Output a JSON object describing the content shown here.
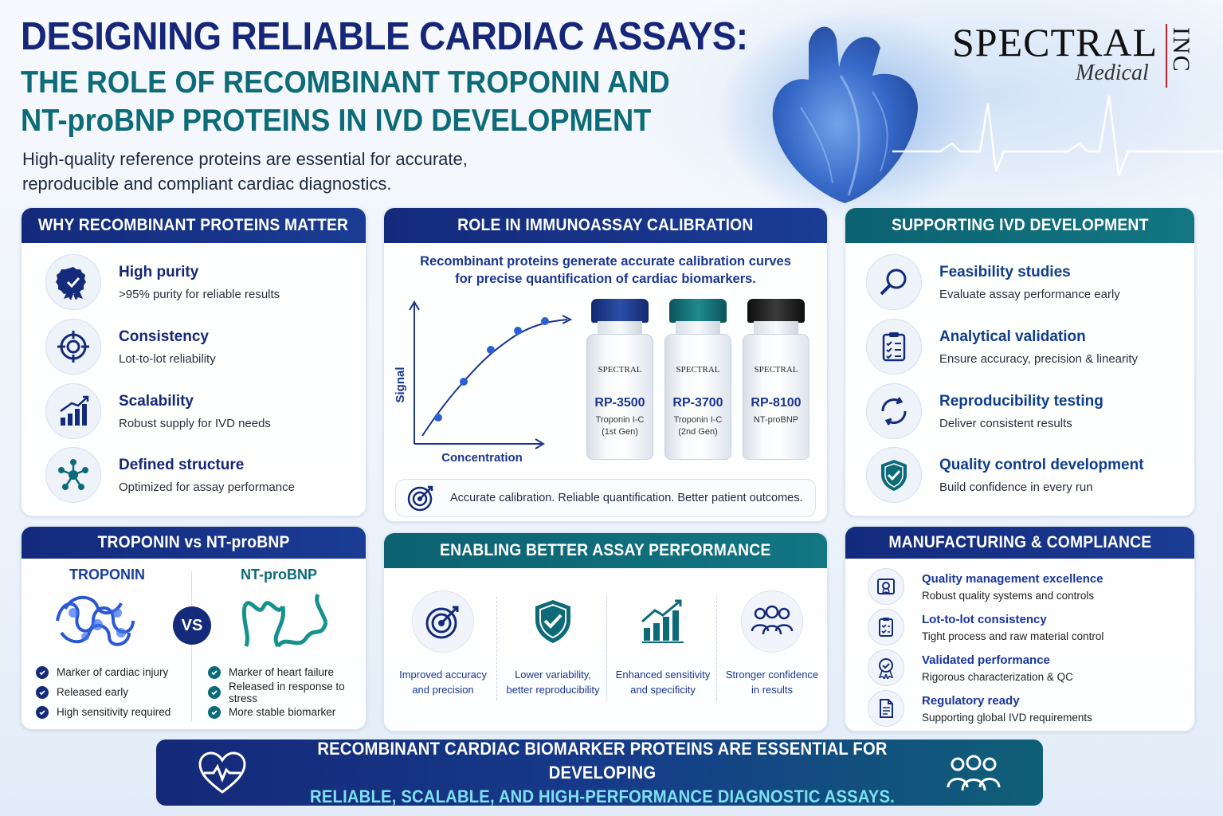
{
  "header": {
    "title_line1": "DESIGNING RELIABLE CARDIAC ASSAYS:",
    "title_line2": "THE ROLE OF RECOMBINANT TROPONIN AND",
    "title_line3": "NT-proBNP PROTEINS IN IVD DEVELOPMENT",
    "subtitle_line1": "High-quality reference proteins are essential for accurate,",
    "subtitle_line2": "reproducible and compliant cardiac diagnostics."
  },
  "logo": {
    "main": "SPECTRAL",
    "sub": "Medical",
    "inc": "INC"
  },
  "why": {
    "heading": "WHY RECOMBINANT PROTEINS MATTER",
    "items": [
      {
        "title": "High purity",
        "desc": ">95% purity for reliable results",
        "icon": "award-badge-icon"
      },
      {
        "title": "Consistency",
        "desc": "Lot-to-lot reliability",
        "icon": "target-crosshair-icon"
      },
      {
        "title": "Scalability",
        "desc": "Robust supply for IVD needs",
        "icon": "bar-chart-up-icon"
      },
      {
        "title": "Defined structure",
        "desc": "Optimized for assay performance",
        "icon": "molecule-icon"
      }
    ]
  },
  "calibration": {
    "heading": "ROLE IN IMMUNOASSAY CALIBRATION",
    "text_line1": "Recombinant proteins generate accurate calibration curves",
    "text_line2": "for precise quantification of cardiac biomarkers.",
    "chart_y_label": "Signal",
    "chart_x_label": "Concentration",
    "vials": [
      {
        "code": "RP-3500",
        "name_line1": "Troponin I-C",
        "name_line2": "(1st Gen)",
        "cap_color": "#1c3a8c"
      },
      {
        "code": "RP-3700",
        "name_line1": "Troponin I-C",
        "name_line2": "(2nd Gen)",
        "cap_color": "#136d74"
      },
      {
        "code": "RP-8100",
        "name_line1": "NT-proBNP",
        "name_line2": "",
        "cap_color": "#1b1b1b"
      }
    ],
    "vial_logo": "SPECTRAL",
    "tagline": "Accurate calibration. Reliable quantification. Better patient outcomes."
  },
  "supporting": {
    "heading": "SUPPORTING IVD DEVELOPMENT",
    "items": [
      {
        "title": "Feasibility studies",
        "desc": "Evaluate assay performance early",
        "icon": "magnifier-icon"
      },
      {
        "title": "Analytical validation",
        "desc": "Ensure accuracy, precision & linearity",
        "icon": "clipboard-check-icon"
      },
      {
        "title": "Reproducibility testing",
        "desc": "Deliver consistent results",
        "icon": "refresh-cycle-icon"
      },
      {
        "title": "Quality control development",
        "desc": "Build confidence in every run",
        "icon": "shield-check-icon"
      }
    ]
  },
  "versus": {
    "heading": "TROPONIN vs NT-proBNP",
    "left_title": "TROPONIN",
    "right_title": "NT-proBNP",
    "vs_label": "VS",
    "left_points": [
      "Marker of cardiac injury",
      "Released early",
      "High sensitivity required"
    ],
    "right_points": [
      "Marker of heart failure",
      "Released in response to stress",
      "More stable biomarker"
    ]
  },
  "performance": {
    "heading": "ENABLING BETTER ASSAY PERFORMANCE",
    "items": [
      {
        "line1": "Improved accuracy",
        "line2": "and precision",
        "icon": "bullseye-icon"
      },
      {
        "line1": "Lower variability,",
        "line2": "better reproducibility",
        "icon": "shield-check-icon"
      },
      {
        "line1": "Enhanced sensitivity",
        "line2": "and specificity",
        "icon": "growth-chart-icon"
      },
      {
        "line1": "Stronger confidence",
        "line2": "in results",
        "icon": "people-group-icon"
      }
    ]
  },
  "manufacturing": {
    "heading": "MANUFACTURING & COMPLIANCE",
    "items": [
      {
        "title": "Quality management excellence",
        "desc": "Robust quality systems and controls",
        "icon": "certificate-icon"
      },
      {
        "title": "Lot-to-lot consistency",
        "desc": "Tight process and raw material control",
        "icon": "checklist-icon"
      },
      {
        "title": "Validated performance",
        "desc": "Rigorous characterization & QC",
        "icon": "award-icon"
      },
      {
        "title": "Regulatory ready",
        "desc": "Supporting global IVD requirements",
        "icon": "document-icon"
      }
    ]
  },
  "banner": {
    "line1": "RECOMBINANT CARDIAC BIOMARKER PROTEINS ARE ESSENTIAL FOR DEVELOPING",
    "line2": "RELIABLE, SCALABLE, AND HIGH-PERFORMANCE DIAGNOSTIC ASSAYS."
  }
}
